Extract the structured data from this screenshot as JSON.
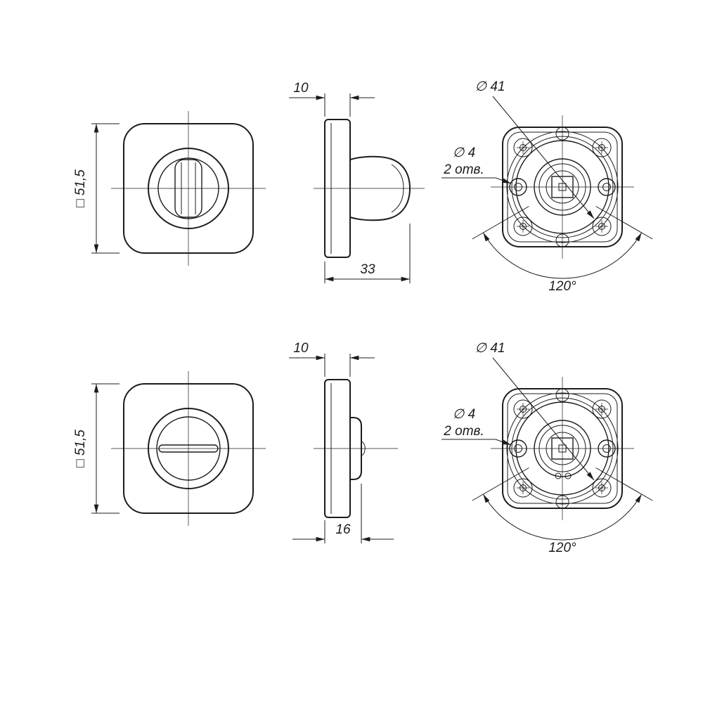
{
  "sheet": {
    "background": "#ffffff",
    "ink": "#1c1c1c"
  },
  "views": {
    "top": {
      "front": {
        "side_dim": "□ 51,5"
      },
      "side": {
        "thickness_dim": "10",
        "depth_dim": "33"
      },
      "back": {
        "diameter_dim": "∅ 41",
        "hole_dim": "∅ 4",
        "hole_count": "2 отв.",
        "angle_dim": "120°"
      }
    },
    "bottom": {
      "front": {
        "side_dim": "□ 51,5"
      },
      "side": {
        "thickness_dim": "10",
        "depth_dim": "16"
      },
      "back": {
        "diameter_dim": "∅ 41",
        "hole_dim": "∅ 4",
        "hole_count": "2 отв.",
        "angle_dim": "120°"
      }
    }
  }
}
